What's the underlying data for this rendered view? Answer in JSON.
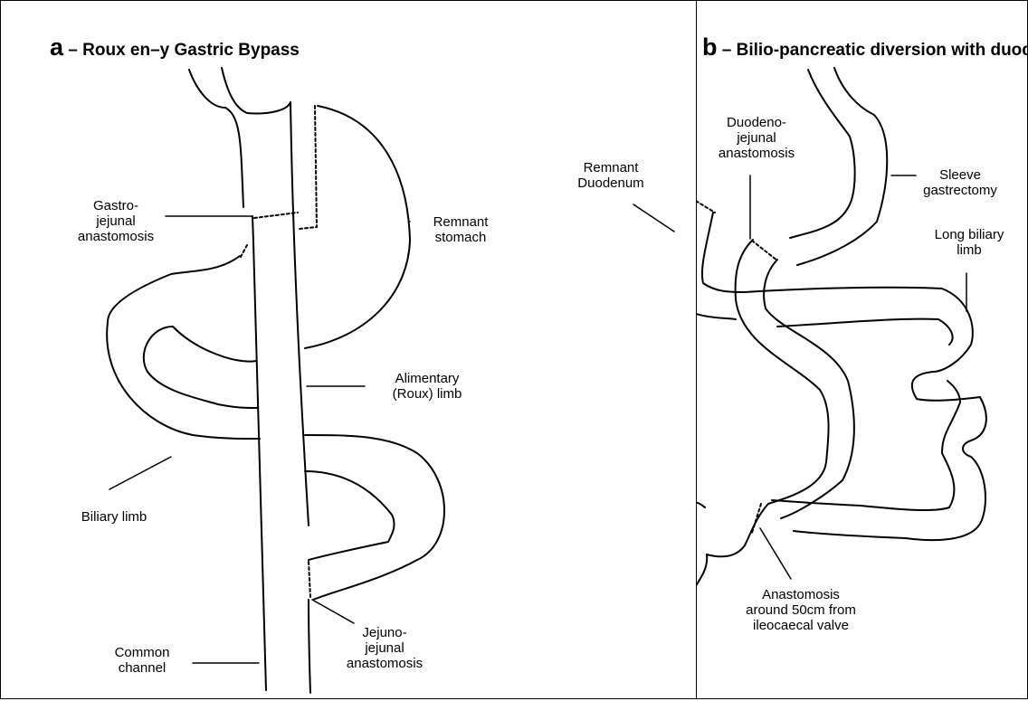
{
  "panel_a": {
    "letter": "a",
    "title": " – Roux en–y Gastric Bypass",
    "labels": {
      "gastro": "Gastro-\njejunal\nanastomosis",
      "remnant_stomach": "Remnant\nstomach",
      "alimentary": "Alimentary\n(Roux) limb",
      "biliary": "Biliary limb",
      "common": "Common\nchannel",
      "jejuno": "Jejuno-\njejunal\nanastomosis"
    }
  },
  "panel_b": {
    "letter": "b",
    "title": " – Bilio-pancreatic diversion with duodenal switch",
    "labels": {
      "remnant_duodenum": "Remnant\nDuodenum",
      "duodeno": "Duodeno-\njejunal\nanastomosis",
      "sleeve": "Sleeve\ngastrectomy",
      "long_biliary": "Long biliary\nlimb",
      "anastomosis_50": "Anastomosis\naround 50cm from\nileocaecal valve"
    }
  },
  "colors": {
    "stroke": "#000000",
    "background": "#ffffff"
  }
}
